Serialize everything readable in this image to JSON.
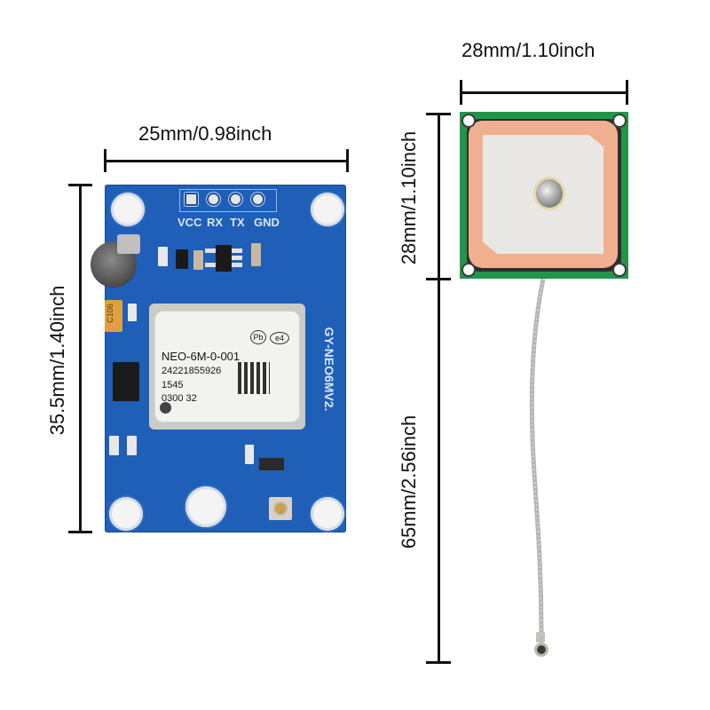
{
  "image": {
    "subject": "GPS module with external ceramic patch antenna",
    "background": "#ffffff"
  },
  "dimensions": {
    "board_width": "25mm/0.98inch",
    "board_height": "35.5mm/1.40inch",
    "antenna_width": "28mm/1.10inch",
    "antenna_height": "28mm/1.10inch",
    "cable_length": "65mm/2.56inch"
  },
  "board": {
    "color": "#1f5fb8",
    "pin_labels": [
      "VCC",
      "RX",
      "TX",
      "GND"
    ],
    "silkscreen_model": "GY-NEO6MV2.",
    "capacitor_label": "C106",
    "module": {
      "model": "NEO-6M-0-001",
      "serial": "24221855926",
      "line3": "1545",
      "line4": "0300 32",
      "pb_free_mark": "Pb",
      "e4_mark": "e4"
    }
  },
  "antenna": {
    "pcb_color": "#22954a",
    "ceramic_color": "#f0b090",
    "patch_color": "#e9e7e4",
    "cable_color": "#b8b8b8"
  }
}
